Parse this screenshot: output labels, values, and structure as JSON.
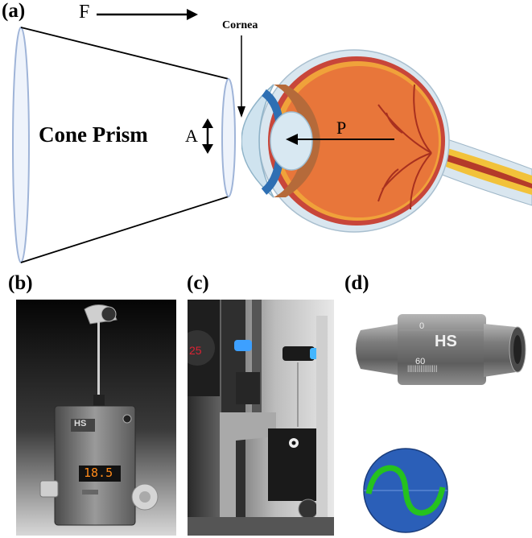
{
  "panels": {
    "a": "(a)",
    "b": "(b)",
    "c": "(c)",
    "d": "(d)"
  },
  "diagram_a": {
    "force_label": "F",
    "cornea_label": "Cornea",
    "prism_label": "Cone Prism",
    "area_label": "A",
    "pressure_label": "P"
  },
  "device_b": {
    "brand": "HS",
    "display_value": "18.5"
  },
  "prism_d": {
    "brand": "HS",
    "scale_marks": [
      "0",
      "60"
    ]
  },
  "colors": {
    "prism_outline": "#9fb4d8",
    "eye_sclera": "#e8763a",
    "iris_blue": "#2e6fb3",
    "biprism_blue": "#2b5fb8",
    "mires_green": "#25c21e",
    "led_amber": "#ff8a1a"
  }
}
